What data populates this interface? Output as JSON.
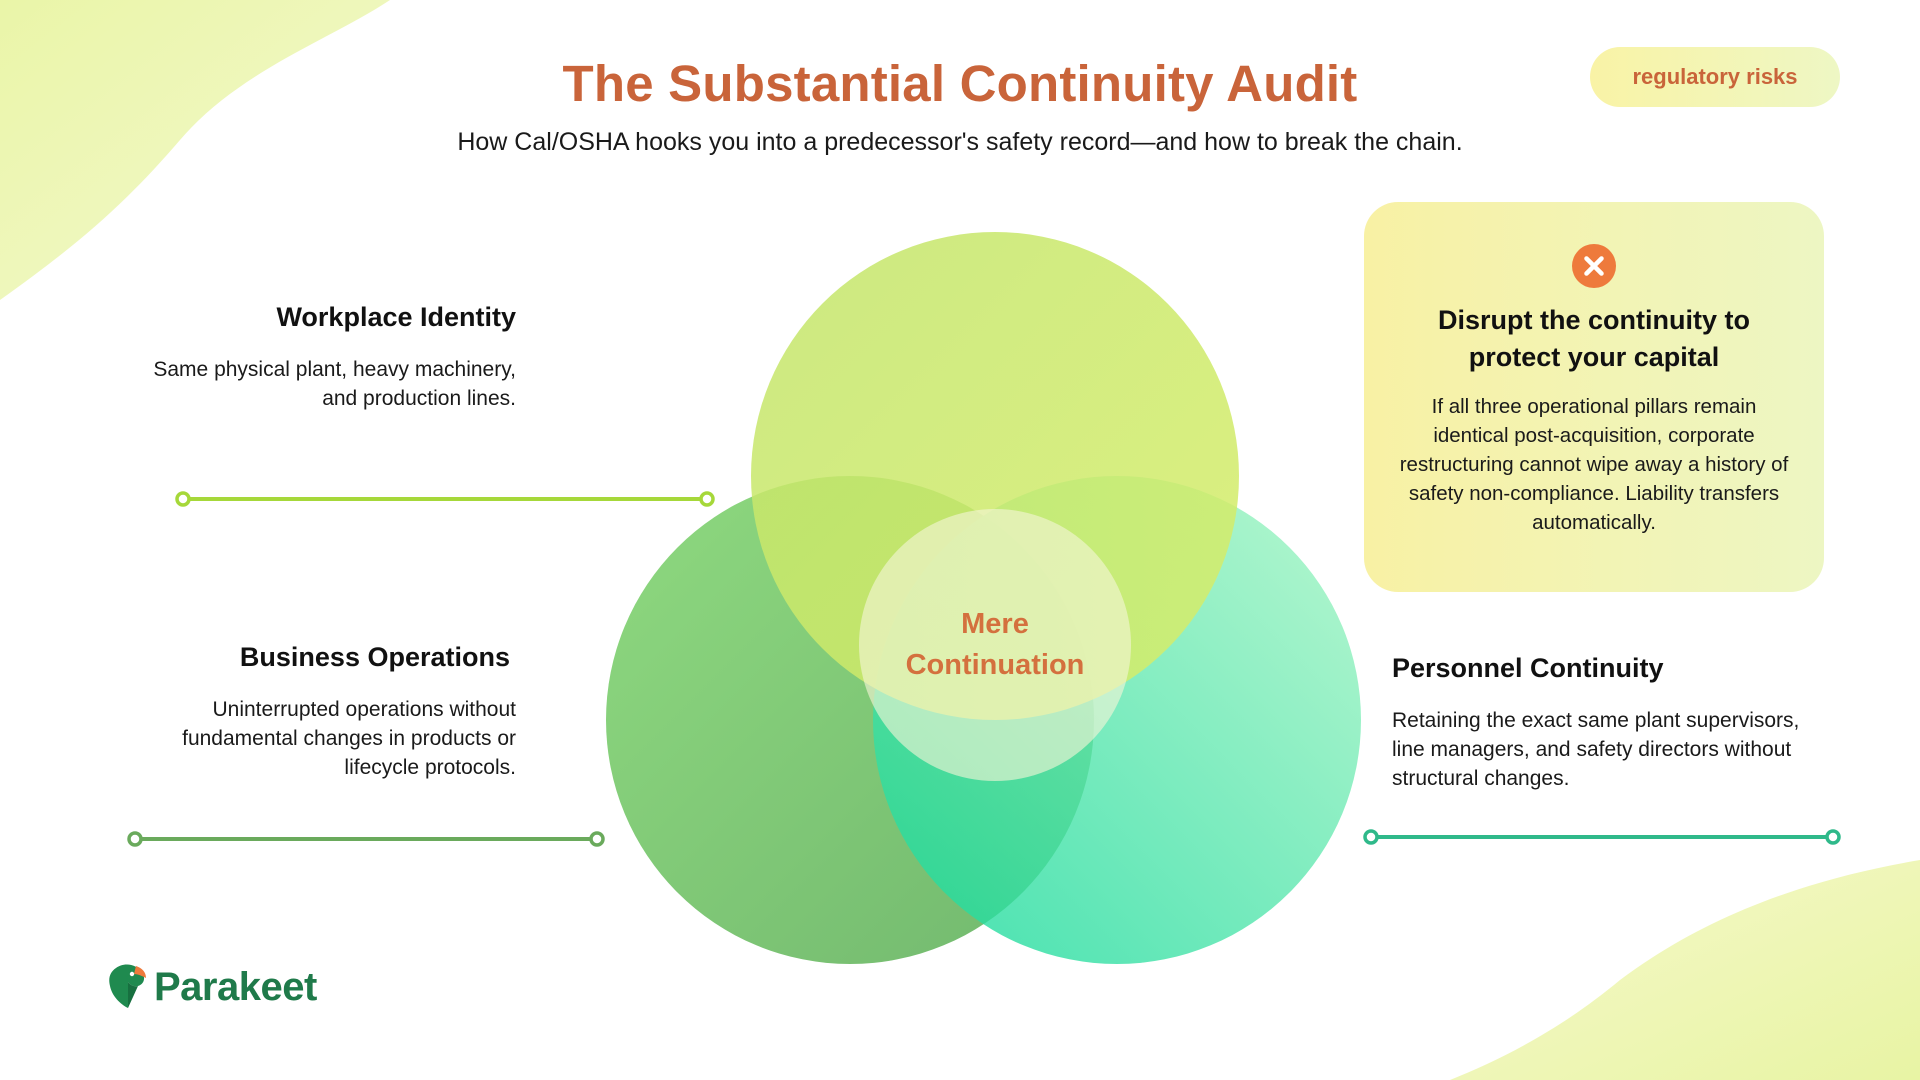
{
  "title": "The Substantial Continuity Audit",
  "subtitle": "How Cal/OSHA hooks you into a predecessor's safety record—and how to break the chain.",
  "badge": "regulatory risks",
  "pillars": {
    "workplace": {
      "title": "Workplace Identity",
      "description": "Same physical plant, heavy machinery, and production lines."
    },
    "business": {
      "title": "Business Operations",
      "description": "Uninterrupted operations without fundamental changes in products or lifecycle protocols."
    },
    "personnel": {
      "title": "Personnel Continuity",
      "description": "Retaining the exact same plant supervisors, line managers, and safety directors without structural changes."
    }
  },
  "center": {
    "line1": "Mere",
    "line2": "Continuation"
  },
  "callout": {
    "icon": "close-icon",
    "title_line1": "Disrupt the continuity to",
    "title_line2": "protect your capital",
    "body": "If all three operational pillars remain identical post-acquisition, corporate restructuring cannot wipe away a history of safety non-compliance. Liability transfers automatically."
  },
  "logo": {
    "name": "Parakeet",
    "icon": "parakeet-logo-icon"
  },
  "colors": {
    "accent": "#c9643a",
    "circle_top": "#c5e86a",
    "circle_left": "#6ec96a",
    "circle_right": "#4fe6a6",
    "line_top": "#a6d83a",
    "line_left": "#6aaa5c",
    "line_right": "#2fb98a"
  }
}
